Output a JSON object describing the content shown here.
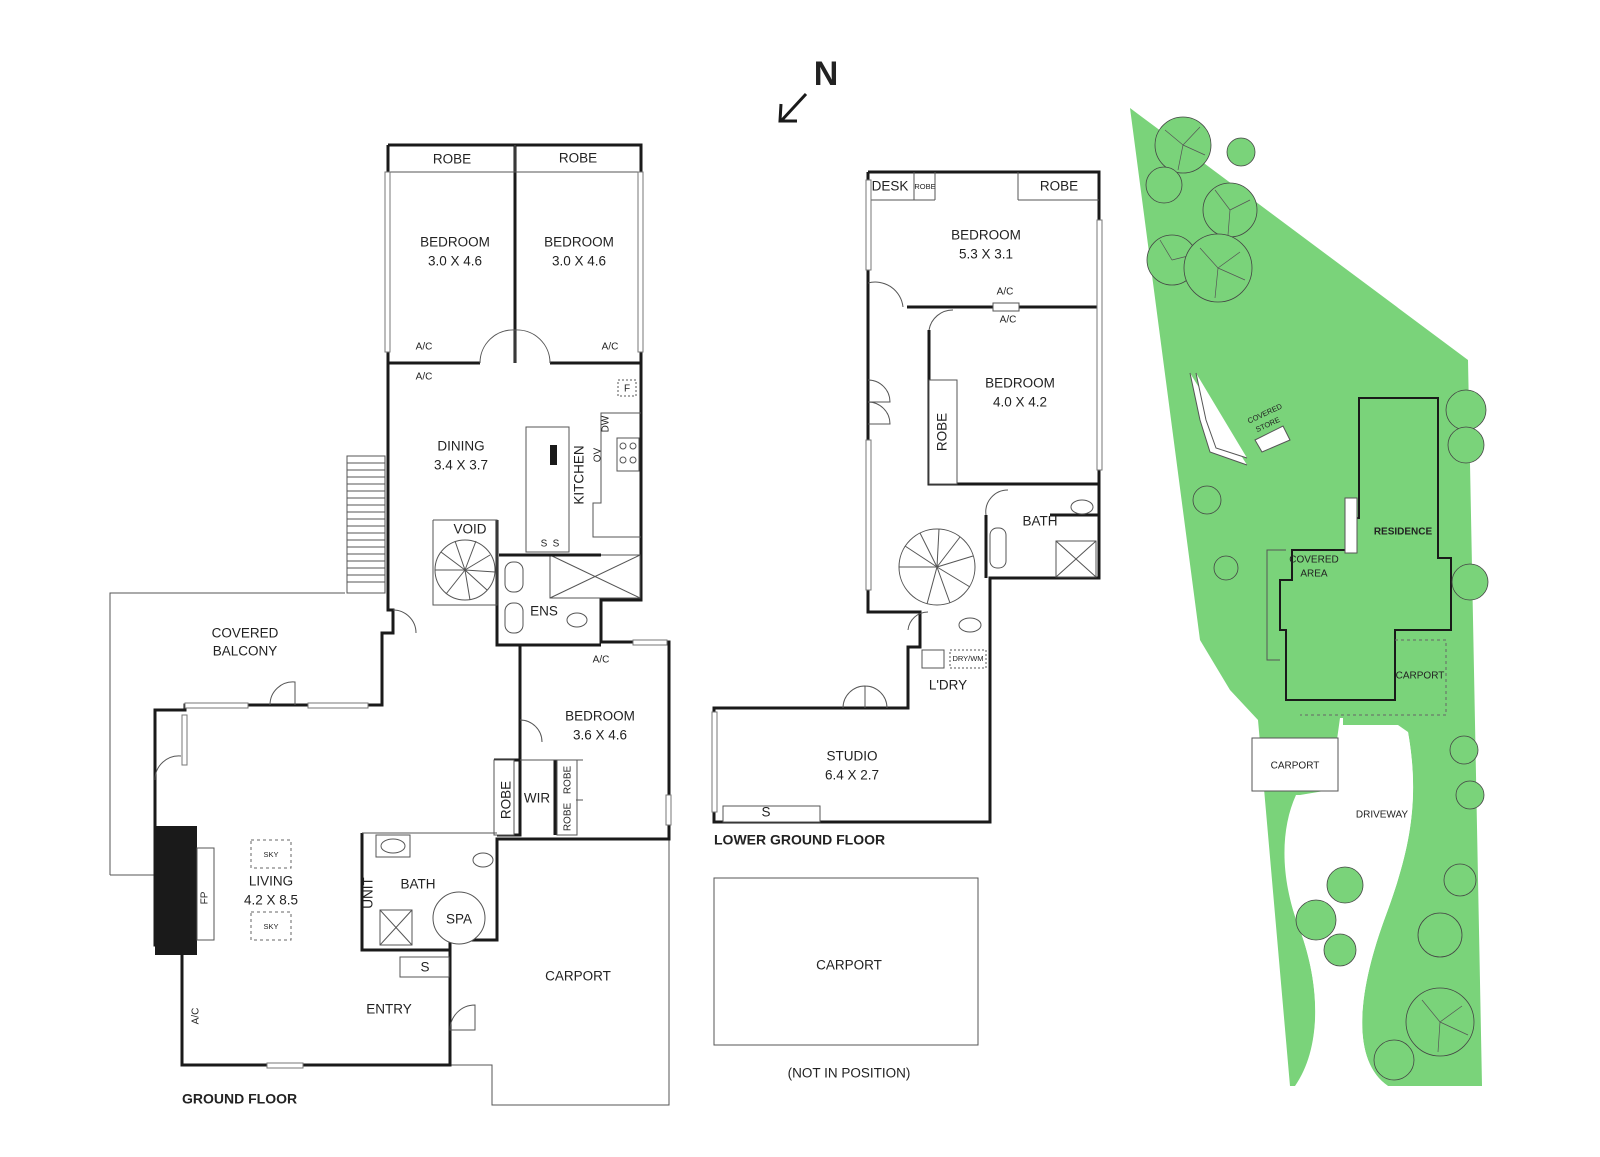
{
  "compass": {
    "label": "N"
  },
  "colors": {
    "garden": "#7ad37a",
    "wall": "#1a1a1a",
    "fireplace": "#1a1a1a",
    "background": "#ffffff"
  },
  "ground_floor": {
    "title": "GROUND FLOOR",
    "bedroom_1": {
      "name": "BEDROOM",
      "size": "3.0 X 4.6"
    },
    "bedroom_2": {
      "name": "BEDROOM",
      "size": "3.0 X 4.6"
    },
    "robe_1": "ROBE",
    "robe_2": "ROBE",
    "ac_1": "A/C",
    "ac_2": "A/C",
    "ac_3": "A/C",
    "ac_4": "A/C",
    "ac_5": "A/C",
    "dining": {
      "name": "DINING",
      "size": "3.4 X 3.7"
    },
    "kitchen": "KITCHEN",
    "fridge": "F",
    "dishwasher": "DW",
    "oven": "OV",
    "sink_1": "S",
    "sink_2": "S",
    "void": "VOID",
    "ens": "ENS",
    "covered_balcony": [
      "COVERED",
      "BALCONY"
    ],
    "bedroom_3": {
      "name": "BEDROOM",
      "size": "3.6 X 4.6"
    },
    "robe_3": "ROBE",
    "robe_4": "ROBE",
    "robe_5": "ROBE",
    "wir": "WIR",
    "living": {
      "name": "LIVING",
      "size": "4.2 X 8.5"
    },
    "sky_1": "SKY",
    "sky_2": "SKY",
    "fp": "FP",
    "bath": "BATH",
    "unit": "UNIT",
    "spa": "SPA",
    "bath_sink": "S",
    "entry": "ENTRY",
    "carport": "CARPORT"
  },
  "lower_ground_floor": {
    "title": "LOWER GROUND FLOOR",
    "desk": "DESK",
    "robe_small": "ROBE",
    "robe_1": "ROBE",
    "bedroom_1": {
      "name": "BEDROOM",
      "size": "5.3 X 3.1"
    },
    "ac_1": "A/C",
    "ac_2": "A/C",
    "bedroom_2": {
      "name": "BEDROOM",
      "size": "4.0 X 4.2"
    },
    "robe_2": "ROBE",
    "bath": "BATH",
    "ldry": "L'DRY",
    "dry_wm": "DRY/WM",
    "studio": {
      "name": "STUDIO",
      "size": "6.4 X 2.7"
    },
    "studio_sink": "S"
  },
  "detached": {
    "carport": "CARPORT",
    "note": "(NOT IN POSITION)"
  },
  "site": {
    "covered_store": [
      "COVERED",
      "STORE"
    ],
    "covered_area": [
      "COVERED",
      "AREA"
    ],
    "residence": "RESIDENCE",
    "carport_1": "CARPORT",
    "carport_2": "CARPORT",
    "driveway": "DRIVEWAY"
  }
}
